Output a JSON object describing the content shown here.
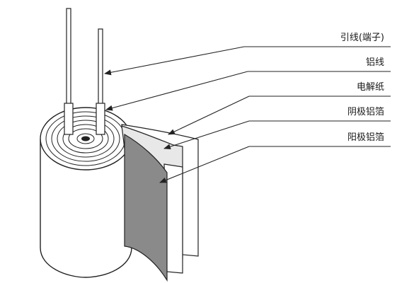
{
  "labels": {
    "lead": "引线(端子)",
    "aluminum_wire": "铝线",
    "electrolytic_paper": "电解纸",
    "cathode_foil": "阴极铝箔",
    "anode_foil": "阳极铝箔"
  },
  "colors": {
    "line": "#222222",
    "dark_foil": "#8a8a8a",
    "light_paper": "#e8e8e8",
    "background": "#ffffff"
  }
}
